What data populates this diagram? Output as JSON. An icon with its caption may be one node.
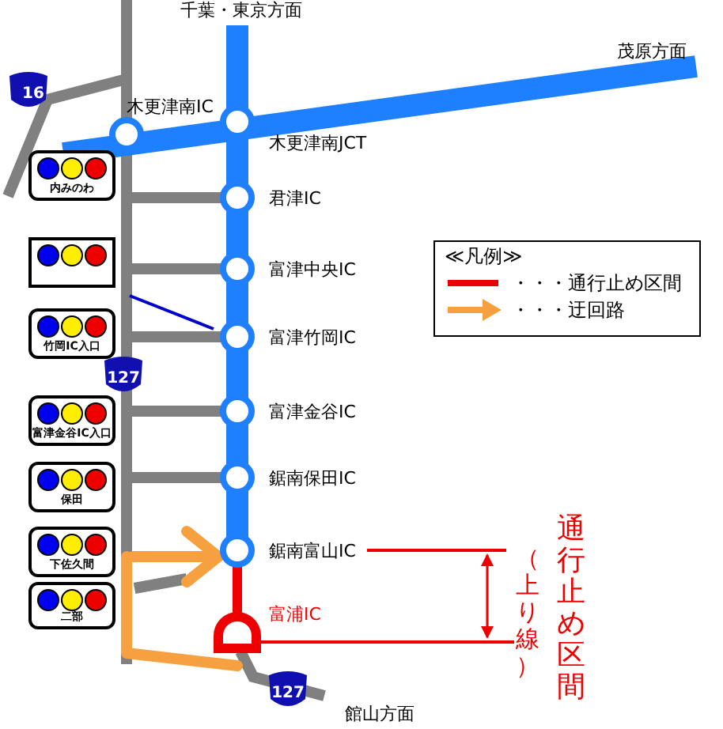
{
  "diagram": {
    "nodes": [
      {
        "text": [
          "内みのわ"
        ]
      },
      {
        "text": [],
        "shape": "box"
      },
      {
        "text": [
          "竹岡IC入口"
        ]
      },
      {
        "text": [
          "富津金谷IC入口"
        ]
      },
      {
        "text": [
          "保田"
        ]
      },
      {
        "text": [
          "下佐久間"
        ]
      },
      {
        "text": [
          "二部"
        ]
      }
    ],
    "labels": [
      "千葉・東京方面",
      "16",
      "木更津南IC",
      "茂原方面",
      "木更津南JCT",
      "君津IC",
      "≪凡例≫",
      "富津中央IC",
      "富津竹岡IC",
      "127",
      "富津金谷IC",
      "鋸南保田IC",
      "鋸南富山IC",
      "富浦IC",
      "127",
      "館山方面",
      "通行止め区間",
      "（上り線）"
    ],
    "legend": [
      {
        "text": "・・・通行止め区間"
      },
      {
        "text": "・・・迂回路"
      }
    ]
  }
}
